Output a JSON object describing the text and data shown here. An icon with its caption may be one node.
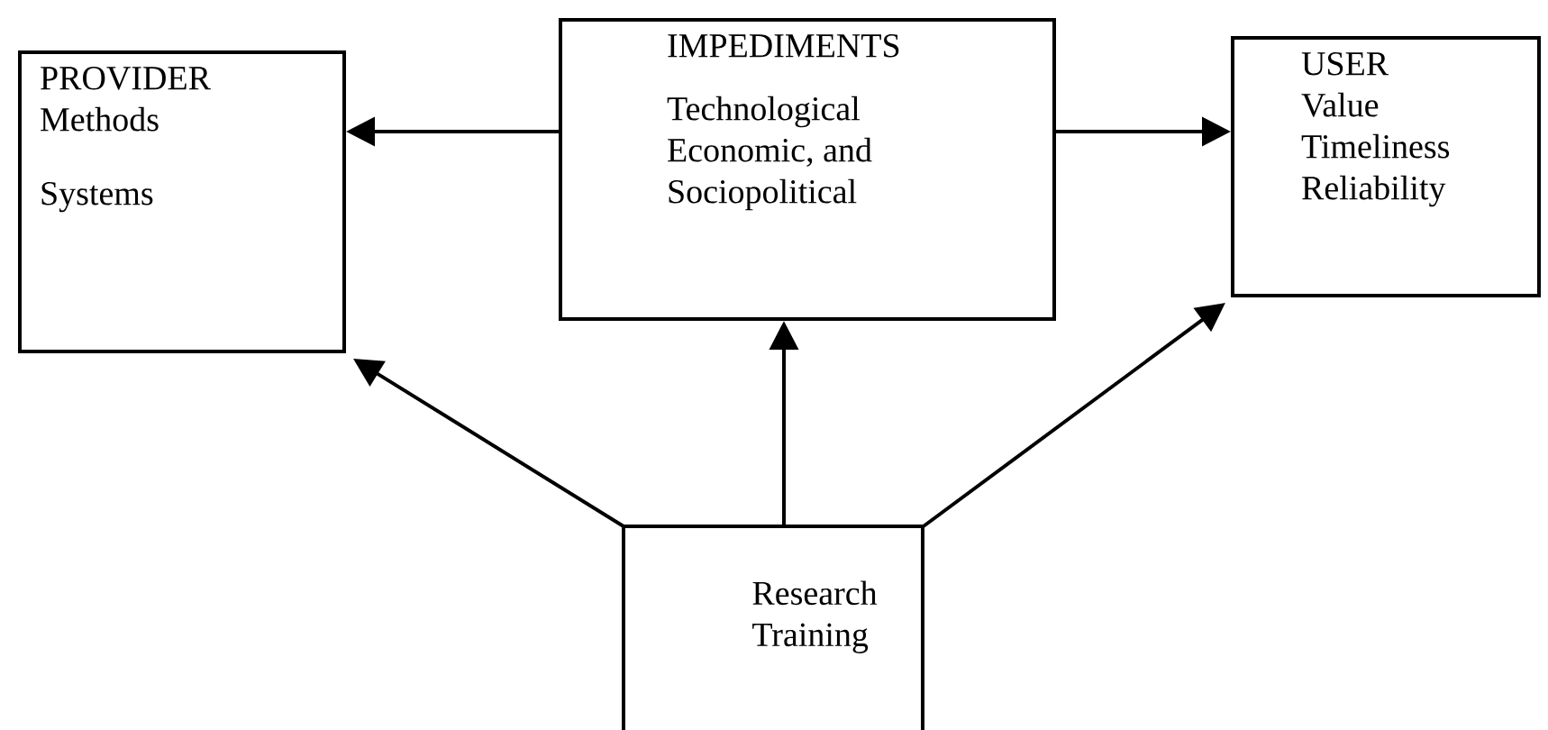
{
  "diagram": {
    "nodes": [
      {
        "text": [
          "PROVIDER",
          "Methods",
          "Systems"
        ]
      },
      {
        "text": [
          "IMPEDIMENTS",
          "Technological Economic, and Sociopolitical"
        ]
      },
      {
        "text": [
          "USER",
          "Value Timeliness Reliability"
        ]
      },
      {
        "text": [
          "Research Training"
        ]
      }
    ],
    "edges": [
      {
        "from": 1,
        "to": 0,
        "arrow": "to"
      },
      {
        "from": 1,
        "to": 2,
        "arrow": "to"
      },
      {
        "from": 3,
        "to": 0,
        "arrow": "to"
      },
      {
        "from": 3,
        "to": 1,
        "arrow": "to"
      },
      {
        "from": 3,
        "to": 2,
        "arrow": "to"
      }
    ]
  }
}
